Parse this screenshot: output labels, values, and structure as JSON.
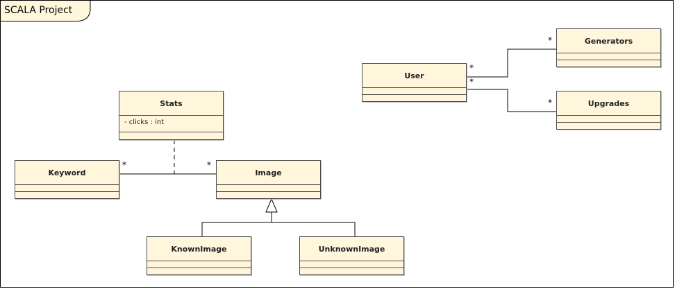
{
  "frame": {
    "title": "SCALA Project"
  },
  "classes": {
    "stats": {
      "name": "Stats",
      "attributes": [
        "- clicks : int"
      ]
    },
    "keyword": {
      "name": "Keyword"
    },
    "image": {
      "name": "Image"
    },
    "known_image": {
      "name": "KnownImage"
    },
    "unknown_image": {
      "name": "UnknownImage"
    },
    "user": {
      "name": "User"
    },
    "generators": {
      "name": "Generators"
    },
    "upgrades": {
      "name": "Upgrades"
    }
  },
  "associations": {
    "keyword_image": {
      "source_mult": "*",
      "target_mult": "*"
    },
    "user_generators": {
      "source_mult": "*",
      "target_mult": "*"
    },
    "user_upgrades": {
      "source_mult": "*",
      "target_mult": "*"
    }
  },
  "colors": {
    "class_fill": "#fff6dc",
    "class_border": "#4a4a4a",
    "line": "#000000"
  }
}
